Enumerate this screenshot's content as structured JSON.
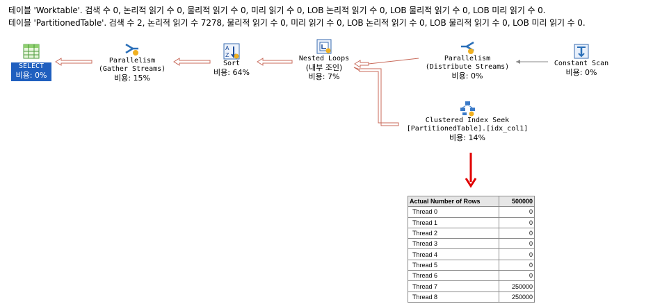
{
  "messages": [
    "테이블 'Worktable'. 검색 수 0, 논리적 읽기 수 0, 물리적 읽기 수 0, 미리 읽기 수 0, LOB 논리적 읽기 수 0, LOB 물리적 읽기 수 0, LOB 미리 읽기 수 0.",
    "테이블 'PartitionedTable'. 검색 수 2, 논리적 읽기 수 7278, 물리적 읽기 수 0, 미리 읽기 수 0, LOB 논리적 읽기 수 0, LOB 물리적 읽기 수 0, LOB 미리 읽기 수 0."
  ],
  "plan": {
    "select": {
      "label": "SELECT",
      "cost": "비용: 0%"
    },
    "gather": {
      "op": "Parallelism",
      "sub": "(Gather Streams)",
      "cost": "비용: 15%"
    },
    "sort": {
      "op": "Sort",
      "cost": "비용: 64%"
    },
    "nested": {
      "op": "Nested Loops",
      "sub": "(내부 조인)",
      "cost": "비용: 7%"
    },
    "distribute": {
      "op": "Parallelism",
      "sub": "(Distribute Streams)",
      "cost": "비용: 0%"
    },
    "constant": {
      "op": "Constant Scan",
      "cost": "비용: 0%"
    },
    "seek": {
      "op": "Clustered Index Seek",
      "sub": "[PartitionedTable].[idx_col1]",
      "cost": "비용: 14%"
    }
  },
  "rows_table": {
    "header": [
      "Actual Number of Rows",
      "500000"
    ],
    "rows": [
      {
        "name": "Thread 0",
        "value": "0"
      },
      {
        "name": "Thread 1",
        "value": "0"
      },
      {
        "name": "Thread 2",
        "value": "0"
      },
      {
        "name": "Thread 3",
        "value": "0"
      },
      {
        "name": "Thread 4",
        "value": "0"
      },
      {
        "name": "Thread 5",
        "value": "0"
      },
      {
        "name": "Thread 6",
        "value": "0"
      },
      {
        "name": "Thread 7",
        "value": "250000"
      },
      {
        "name": "Thread 8",
        "value": "250000"
      }
    ]
  },
  "colors": {
    "select_bg": "#1f5fbf",
    "arrow_red": "#e00000",
    "connector": "#c86a5a"
  }
}
